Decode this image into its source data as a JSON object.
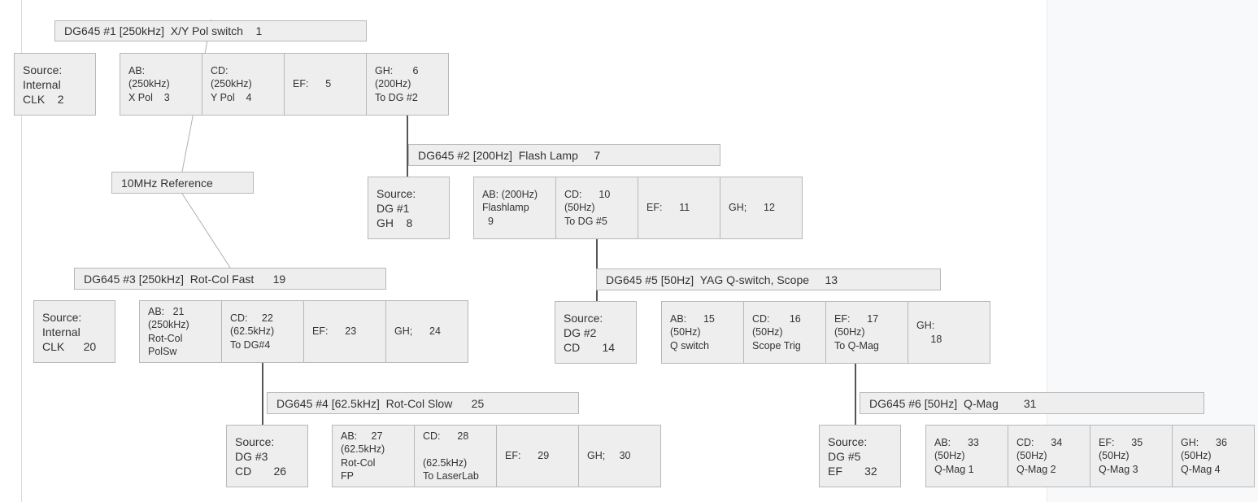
{
  "colors": {
    "box_fill": "#eeeeee",
    "box_border": "#b8b8b8",
    "connector": "#555555",
    "reference_line": "#b0b0b0"
  },
  "diagram": {
    "dg1": {
      "title": "DG645 #1 [250kHz]  X/Y Pol switch    1",
      "source": "Source:\nInternal\nCLK    2",
      "ab": "AB:\n(250kHz)\nX Pol    3",
      "cd": "CD:\n(250kHz)\nY Pol    4",
      "ef": "EF:      5",
      "gh": "GH:       6\n(200Hz)\nTo DG #2"
    },
    "reference": "10MHz Reference",
    "dg2": {
      "title": "DG645 #2 [200Hz]  Flash Lamp     7",
      "source": "Source:\nDG #1\nGH    8",
      "ab": "AB: (200Hz)\nFlashlamp\n  9",
      "cd": "CD:      10\n(50Hz)\nTo DG #5",
      "ef": "EF:      11",
      "gh": "GH;      12"
    },
    "dg3": {
      "title": "DG645 #3 [250kHz]  Rot-Col Fast      19",
      "source": "Source:\nInternal\nCLK      20",
      "ab": "AB:   21\n(250kHz)\nRot-Col\nPolSw",
      "cd": "CD:     22\n(62.5kHz)\nTo DG#4",
      "ef": "EF:      23",
      "gh": "GH;      24"
    },
    "dg4": {
      "title": "DG645 #4 [62.5kHz]  Rot-Col Slow      25",
      "source": "Source:\nDG #3\nCD       26",
      "ab": "AB:     27\n(62.5kHz)\nRot-Col\nFP",
      "cd": "CD:      28\n\n(62.5kHz)\nTo LaserLab",
      "ef": "EF:      29",
      "gh": "GH;     30"
    },
    "dg5": {
      "title": "DG645 #5 [50Hz]  YAG Q-switch, Scope     13",
      "source": "Source:\nDG #2\nCD       14",
      "ab": "AB:      15\n(50Hz)\nQ switch",
      "cd": "CD:       16\n(50Hz)\nScope Trig",
      "ef": "EF:      17\n(50Hz)\nTo Q-Mag",
      "gh": "GH:\n     18"
    },
    "dg6": {
      "title": "DG645 #6 [50Hz]  Q-Mag        31",
      "source": "Source:\nDG #5\nEF       32",
      "ab": "AB:      33\n(50Hz)\nQ-Mag 1",
      "cd": "CD:      34\n(50Hz)\nQ-Mag 2",
      "ef": "EF:      35\n(50Hz)\nQ-Mag 3",
      "gh": "GH:      36\n(50Hz)\nQ-Mag 4"
    }
  }
}
